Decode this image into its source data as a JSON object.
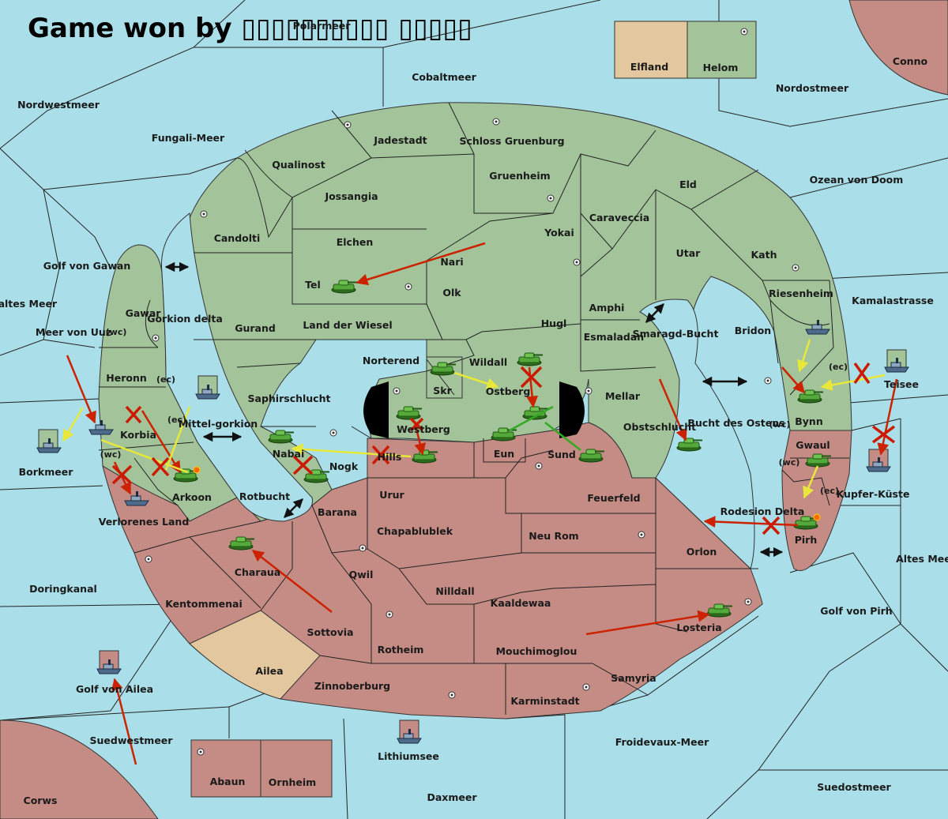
{
  "title": "Game won by",
  "winner": "▯▯▯▯▯▯▯▯▯▯ ▯▯▯▯▯",
  "colors": {
    "sea": "#aadfe9",
    "green": "#a3c49a",
    "red": "#c48c84",
    "neutral": "#e3c79e",
    "move_red": "#cc2200",
    "move_yellow": "#f0f040",
    "support_green": "#33aa22"
  },
  "coast": {
    "wc": "(wc)",
    "ec": "(ec)"
  },
  "sea": {
    "polarmeer": "Polarmeer",
    "cobaltmeer": "Cobaltmeer",
    "nordwestmeer": "Nordwestmeer",
    "fungali": "Fungali-Meer",
    "nordostmeer": "Nordostmeer",
    "conno": "Conno",
    "ozean": "Ozean von Doom",
    "golf_gawan": "Golf von Gawan",
    "kaltes": "Kaltes Meer",
    "meer_uuz": "Meer von Uuz",
    "kamalastrasse": "Kamalastrasse",
    "smaragd": "Smaragd-Bucht",
    "bucht_ostens": "Bucht des Ostens",
    "borkmeer": "Borkmeer",
    "rotbucht": "Rotbucht",
    "gorkion_delta": "Gorkion delta",
    "mittelgorkion": "Mittel-gorkion",
    "kupferkueste": "Kupfer-Küste",
    "altes": "Altes Meer",
    "doringkanal": "Doringkanal",
    "golf_pirh": "Golf von Pirh",
    "golf_ailea": "Golf von Ailea",
    "suedwestmeer": "Suedwestmeer",
    "froidevaux": "Froidevaux-Meer",
    "lithiumsee": "Lithiumsee",
    "daxmeer": "Daxmeer",
    "suedostmeer": "Suedostmeer",
    "corws": "Corws",
    "rodesion": "Rodesion Delta"
  },
  "land": {
    "elfland": "Elfland",
    "helom": "Helom",
    "jadestadt": "Jadestadt",
    "schloss": "Schloss Gruenburg",
    "qualinost": "Qualinost",
    "gruenheim": "Gruenheim",
    "eld": "Eld",
    "jossangia": "Jossangia",
    "caraveccia": "Caraveccia",
    "candolti": "Candolti",
    "yokai": "Yokai",
    "elchen": "Elchen",
    "utar": "Utar",
    "kath": "Kath",
    "nari": "Nari",
    "tel": "Tel",
    "olk": "Olk",
    "riesenheim": "Riesenheim",
    "amphi": "Amphi",
    "gawar": "Gawar",
    "gurand": "Gurand",
    "land_wiesel": "Land der Wiesel",
    "hugl": "Hugl",
    "bridon": "Bridon",
    "esmaladan": "Esmaladan",
    "norterend": "Norterend",
    "wildall": "Wildall",
    "heronn": "Heronn",
    "skr": "Skr",
    "ostberg": "Ostberg",
    "teisee": "Teisee",
    "mellar": "Mellar",
    "saphir": "Saphirschlucht",
    "westberg": "Westberg",
    "bynn": "Bynn",
    "korbia": "Korbia",
    "obstschlucht": "Obstschlucht",
    "eun": "Eun",
    "sund": "Sund",
    "nabai": "Nabai",
    "hills": "Hills",
    "gwaul": "Gwaul",
    "nogk": "Nogk",
    "arkoon": "Arkoon",
    "urur": "Urur",
    "feuerfeld": "Feuerfeld",
    "barana": "Barana",
    "verlorenes": "Verlorenes Land",
    "chapa": "Chapablublek",
    "neurom": "Neu Rom",
    "orlon": "Orlon",
    "pirh": "Pirh",
    "charaua": "Charaua",
    "qwil": "Qwil",
    "nilldall": "Nilldall",
    "kaaldewaa": "Kaaldewaa",
    "kentommenai": "Kentommenai",
    "sottovia": "Sottovia",
    "losteria": "Losteria",
    "rotheim": "Rotheim",
    "mouchi": "Mouchimoglou",
    "ailea": "Ailea",
    "samyria": "Samyria",
    "zinnoberburg": "Zinnoberburg",
    "karminstadt": "Karminstadt",
    "abaun": "Abaun",
    "ornheim": "Ornheim"
  }
}
